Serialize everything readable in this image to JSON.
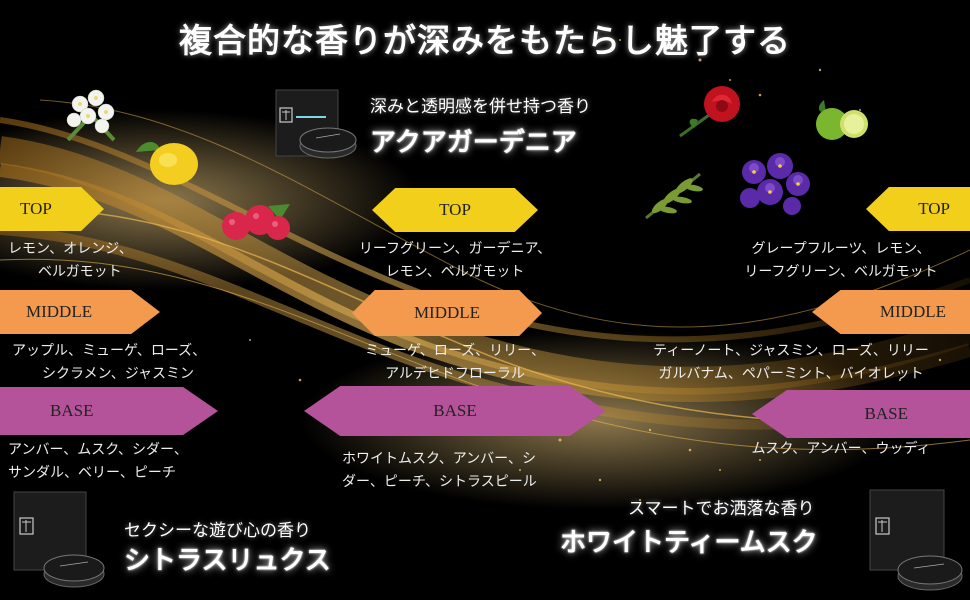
{
  "title": "複合的な香りが深みをもたらし魅了する",
  "colors": {
    "top": "#f2cf1a",
    "middle": "#f39a4e",
    "base": "#b45399",
    "gold": "#d9a441"
  },
  "products": [
    {
      "subtitle": "セクシーな遊び心の香り",
      "name": "シトラスリュクス",
      "top": {
        "label": "TOP",
        "notes": [
          "レモン、オレンジ、",
          "ベルガモット"
        ]
      },
      "middle": {
        "label": "MIDDLE",
        "notes": [
          "アップル、ミューゲ、ローズ、",
          "シクラメン、ジャスミン"
        ]
      },
      "base": {
        "label": "BASE",
        "notes": [
          "アンバー、ムスク、シダー、",
          "サンダル、ベリー、ピーチ"
        ]
      }
    },
    {
      "subtitle": "深みと透明感を併せ持つ香り",
      "name": "アクアガーデニア",
      "top": {
        "label": "TOP",
        "notes": [
          "リーフグリーン、ガーデニア、",
          "レモン、ベルガモット"
        ]
      },
      "middle": {
        "label": "MIDDLE",
        "notes": [
          "ミューゲ、ローズ、リリー、",
          "アルデヒドフローラル"
        ]
      },
      "base": {
        "label": "BASE",
        "notes": [
          "ホワイトムスク、アンバー、シ",
          "ダー、ピーチ、シトラスピール"
        ]
      }
    },
    {
      "subtitle": "スマートでお洒落な香り",
      "name": "ホワイトティームスク",
      "top": {
        "label": "TOP",
        "notes": [
          "グレープフルーツ、レモン、",
          "リーフグリーン、ベルガモット"
        ]
      },
      "middle": {
        "label": "MIDDLE",
        "notes": [
          "ティーノート、ジャスミン、ローズ、リリー",
          "ガルバナム、ペパーミント、バイオレット"
        ]
      },
      "base": {
        "label": "BASE",
        "notes": [
          "ムスク、アンバー、ウッディ"
        ]
      }
    }
  ]
}
